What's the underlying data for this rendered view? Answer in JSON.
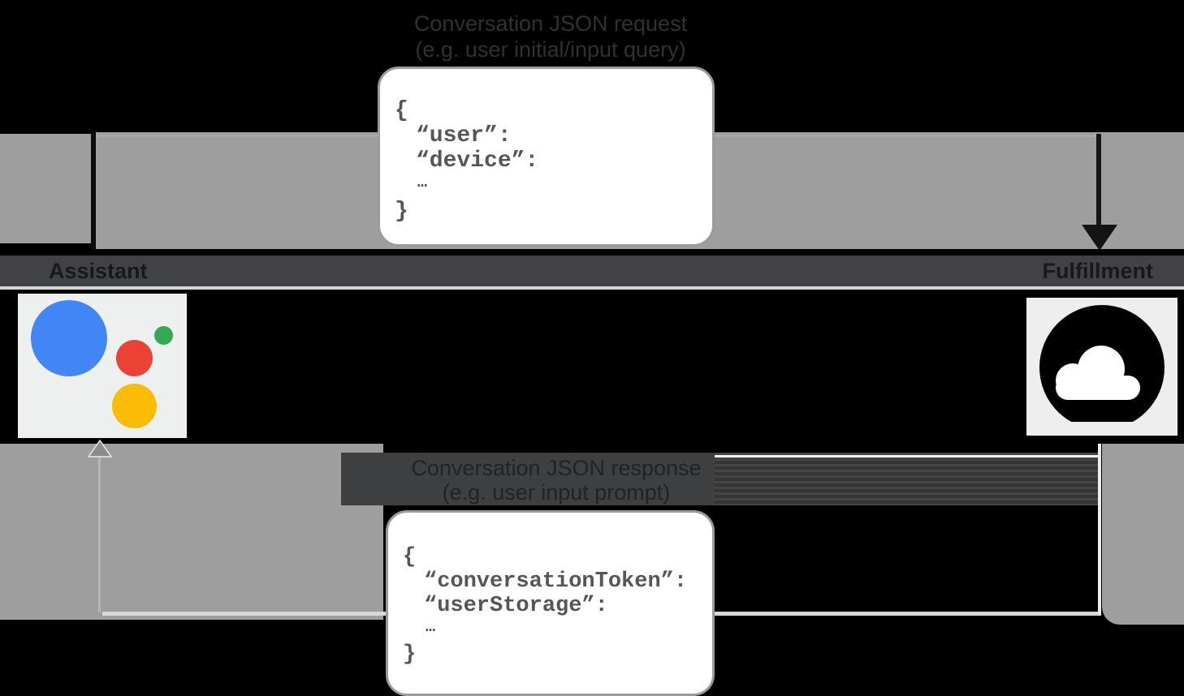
{
  "diagram": {
    "request": {
      "title": "Conversation JSON request",
      "subtitle": "(e.g. user initial/input query)",
      "code": [
        "{",
        "“user”:",
        "“device”:",
        "…",
        "}"
      ]
    },
    "response": {
      "title": "Conversation JSON response",
      "subtitle": "(e.g. user input prompt)",
      "code": [
        "{",
        "“conversationToken”:",
        "“userStorage”:",
        "…",
        "}"
      ]
    },
    "actors": {
      "assistant": {
        "label": "Assistant"
      },
      "fulfillment": {
        "label": "Fulfillment"
      }
    },
    "icons": {
      "assistant": "google-assistant-logo",
      "fulfillment": "google-cloud-icon"
    },
    "colors": {
      "gray_band": "#9e9e9e",
      "label_band": "#3d3f41",
      "actor_band": "#404245",
      "code_text": "#54575a",
      "assistant_blue": "#4285f4",
      "assistant_green": "#34a853",
      "assistant_red": "#ea4335",
      "assistant_yellow": "#fbbc05",
      "cloud_black": "#000000"
    }
  }
}
